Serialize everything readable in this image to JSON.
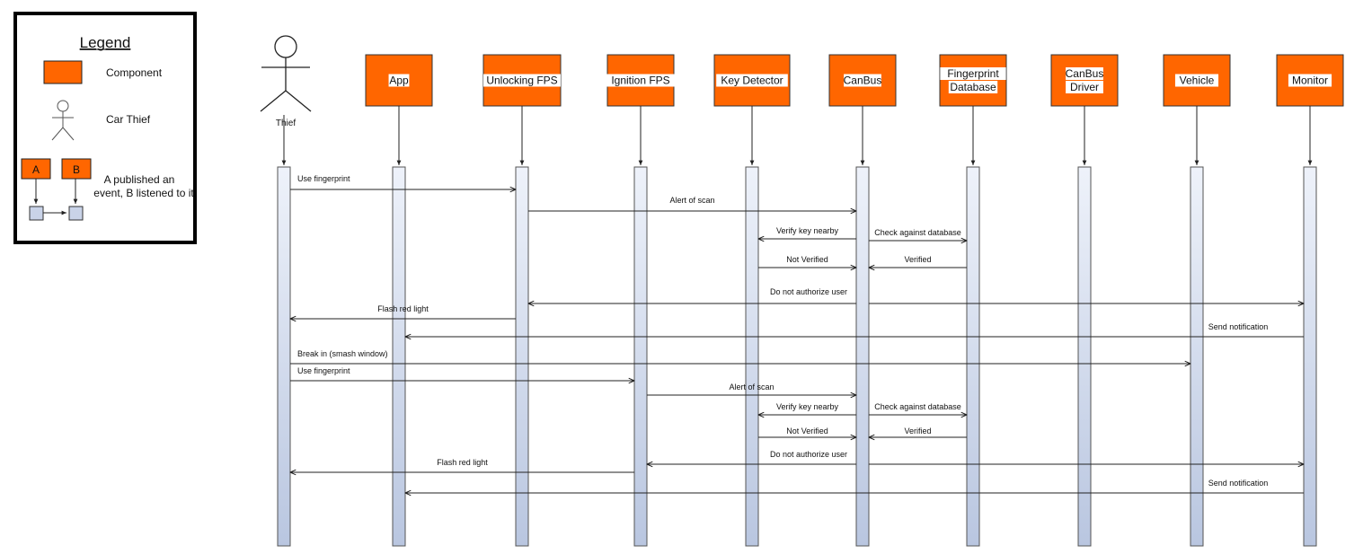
{
  "legend": {
    "title": "Legend",
    "component_label": "Component",
    "thief_label": "Car Thief",
    "event_a": "A",
    "event_b": "B",
    "event_text_1": "A published an",
    "event_text_2": "event, B listened to it"
  },
  "thief_label": "Thief",
  "components": [
    {
      "id": "app",
      "lines": [
        "App"
      ]
    },
    {
      "id": "unlocking-fps",
      "lines": [
        "Unlocking FPS"
      ]
    },
    {
      "id": "ignition-fps",
      "lines": [
        "Ignition FPS"
      ]
    },
    {
      "id": "key-detector",
      "lines": [
        "Key Detector"
      ]
    },
    {
      "id": "canbus",
      "lines": [
        "CanBus"
      ]
    },
    {
      "id": "fingerprint-database",
      "lines": [
        "Fingerprint",
        "Database"
      ]
    },
    {
      "id": "canbus-driver",
      "lines": [
        "CanBus",
        "Driver"
      ]
    },
    {
      "id": "vehicle",
      "lines": [
        "Vehicle"
      ]
    },
    {
      "id": "monitor",
      "lines": [
        "Monitor"
      ]
    }
  ],
  "messages": [
    {
      "from": "thief",
      "to": "unlocking-fps",
      "label": "Use fingerprint"
    },
    {
      "from": "unlocking-fps",
      "to": "canbus",
      "label": "Alert of scan"
    },
    {
      "from": "canbus",
      "to": "key-detector",
      "label": "Verify key nearby"
    },
    {
      "from": "canbus",
      "to": "fingerprint-database",
      "label": "Check against database"
    },
    {
      "from": "key-detector",
      "to": "canbus",
      "label": "Not Verified"
    },
    {
      "from": "fingerprint-database",
      "to": "canbus",
      "label": "Verified"
    },
    {
      "from": "canbus",
      "to": "unlocking-fps",
      "label": "Do not authorize user",
      "also_to": "monitor"
    },
    {
      "from": "unlocking-fps",
      "to": "thief",
      "label": "Flash red light"
    },
    {
      "from": "monitor",
      "to": "app",
      "label": "Send notification"
    },
    {
      "from": "thief",
      "to": "vehicle",
      "label": "Break in (smash window)"
    },
    {
      "from": "thief",
      "to": "ignition-fps",
      "label": "Use fingerprint"
    },
    {
      "from": "ignition-fps",
      "to": "canbus",
      "label": "Alert of scan"
    },
    {
      "from": "canbus",
      "to": "key-detector",
      "label": "Verify key nearby"
    },
    {
      "from": "canbus",
      "to": "fingerprint-database",
      "label": "Check against database"
    },
    {
      "from": "key-detector",
      "to": "canbus",
      "label": "Not Verified"
    },
    {
      "from": "fingerprint-database",
      "to": "canbus",
      "label": "Verified"
    },
    {
      "from": "canbus",
      "to": "ignition-fps",
      "label": "Do not authorize user",
      "also_to": "monitor"
    },
    {
      "from": "ignition-fps",
      "to": "thief",
      "label": "Flash red light"
    },
    {
      "from": "monitor",
      "to": "app",
      "label": "Send notification"
    }
  ],
  "colors": {
    "component": "#ff6600",
    "lifeline_top": "#eef2fa",
    "lifeline_bottom": "#b9c6e0",
    "stroke": "#222222"
  }
}
